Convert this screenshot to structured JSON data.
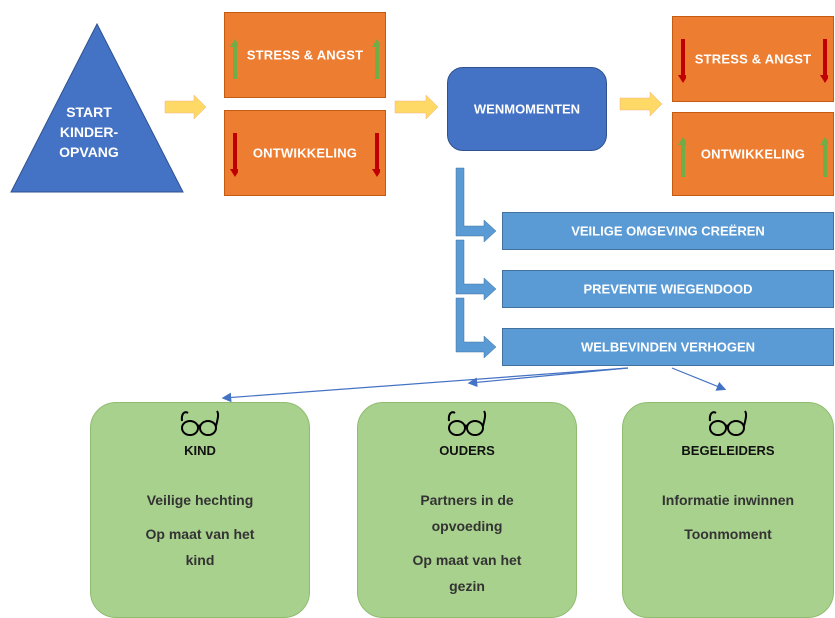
{
  "start": {
    "line1": "START",
    "line2": "KINDER-",
    "line3": "OPVANG"
  },
  "before": {
    "box1": {
      "label": "STRESS & ANGST",
      "trend": "up"
    },
    "box2": {
      "label": "ONTWIKKELING",
      "trend": "down"
    }
  },
  "center": {
    "label": "WENMOMENTEN"
  },
  "after": {
    "box1": {
      "label": "STRESS & ANGST",
      "trend": "down"
    },
    "box2": {
      "label": "ONTWIKKELING",
      "trend": "up"
    }
  },
  "actions": [
    {
      "label": "VEILIGE OMGEVING CREËREN"
    },
    {
      "label": "PREVENTIE WIEGENDOOD"
    },
    {
      "label": "WELBEVINDEN VERHOGEN"
    }
  ],
  "perspectives": [
    {
      "title": "KIND",
      "lines": [
        "Veilige hechting",
        "Op maat van het kind"
      ]
    },
    {
      "title": "OUDERS",
      "lines": [
        "Partners in de opvoeding",
        "Op maat van het gezin"
      ]
    },
    {
      "title": "BEGELEIDERS",
      "lines": [
        "Informatie inwinnen",
        "Toonmoment"
      ]
    }
  ],
  "colors": {
    "triangle": "#4472c4",
    "orange": "#ed7d31",
    "center_box": "#4472c4",
    "action_bar": "#5b9bd5",
    "perspective_box": "#a9d18e",
    "flow_arrow": "#ffd966",
    "up_arrow": "#70ad47",
    "down_arrow": "#c00000"
  },
  "icons": {
    "perspective_icon": "glasses-icon",
    "trend_up": "green-up-arrow-icon",
    "trend_down": "red-down-arrow-icon"
  }
}
